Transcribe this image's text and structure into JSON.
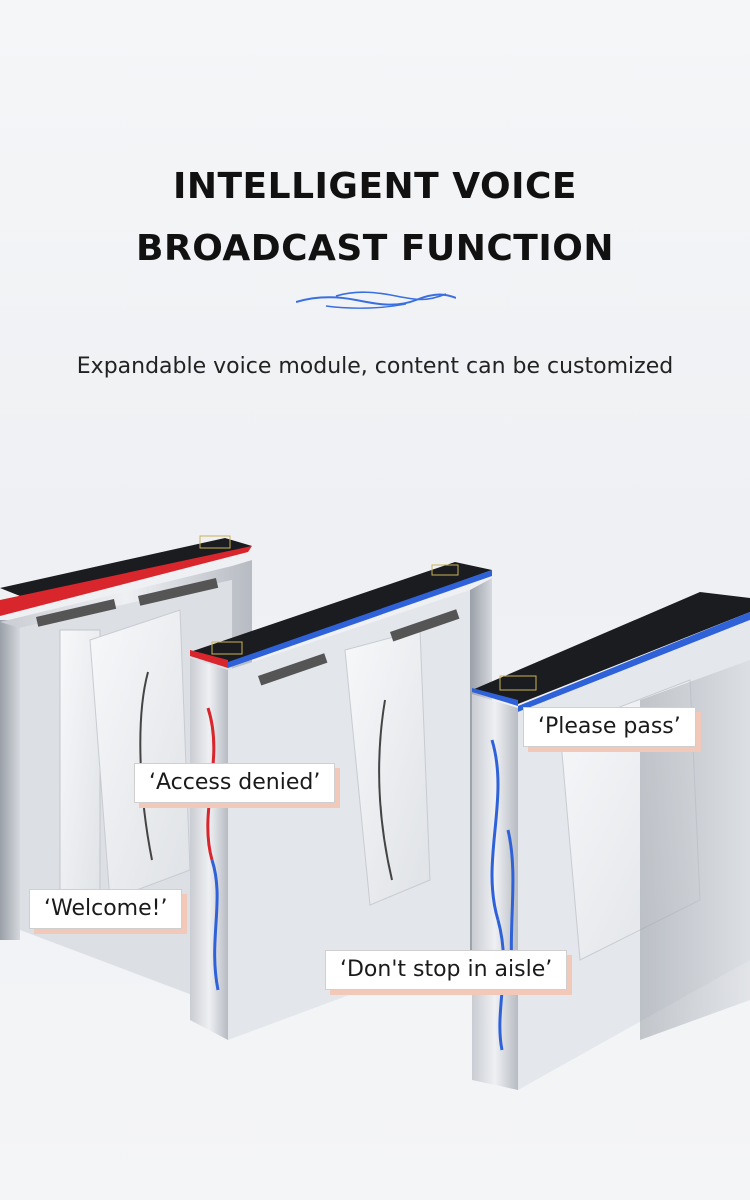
{
  "heading": {
    "line1": "INTELLIGENT VOICE",
    "line2": "BROADCAST FUNCTION"
  },
  "subtitle": "Expandable voice module, content can be customized",
  "accent_colors": {
    "red": "#d8262c",
    "blue": "#2f62d8",
    "wave": "#3a6fe0"
  },
  "voice_prompts": {
    "access_denied": "‘Access denied’",
    "welcome": "‘Welcome!’",
    "please_pass": "‘Please pass’",
    "dont_stop": "‘Don't stop in aisle’"
  }
}
